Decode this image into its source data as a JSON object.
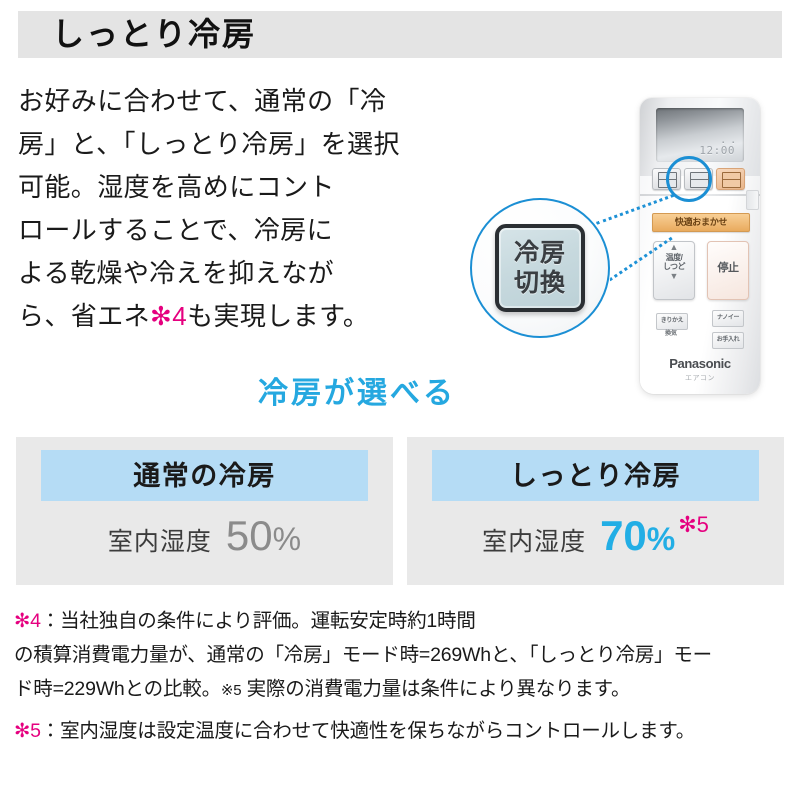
{
  "header": {
    "title": "しっとり冷房"
  },
  "lead": {
    "line1": "お好みに合わせて、通常の「冷",
    "line2": "房」と、「しっとり冷房」を選択",
    "line3": "可能。湿度を高めにコント",
    "line4": "ロールすることで、冷房に",
    "line5": "よる乾燥や冷えを抑えなが",
    "line6_pre": "ら、省エネ",
    "line6_mark": "✻4",
    "line6_post": "も実現します。"
  },
  "caption": {
    "text": "冷房が選べる"
  },
  "magnifier": {
    "key_line1": "冷房",
    "key_line2": "切換"
  },
  "remote": {
    "lcd_line1": "᎐ ᎐",
    "lcd_line2": "12:00",
    "button_auto": "快適おまかせ",
    "button_temp_up": "▲",
    "button_temp_label1": "温度/",
    "button_temp_label2": "しつど",
    "button_temp_down": "▼",
    "button_stop": "停止",
    "button_small1": "きりかえ",
    "button_small1_sub": "換気",
    "button_small2": "ナノイー",
    "button_small3": "お手入れ",
    "brand": "Panasonic",
    "brand_sub": "エアコン"
  },
  "comparison": {
    "panels": [
      {
        "title": "通常の冷房",
        "metric_label": "室内湿度",
        "value": "50",
        "unit": "%",
        "note": "",
        "value_style": "gray"
      },
      {
        "title": "しっとり冷房",
        "metric_label": "室内湿度",
        "value": "70",
        "unit": "%",
        "note": "✻5",
        "value_style": "cyan"
      }
    ]
  },
  "footnotes": {
    "note4_mark": "✻4",
    "note4_l1": "：当社独自の条件により評価。運転安定時約1時間",
    "note4_l2": "の積算消費電力量が、通常の「冷房」モード時=269Whと、「しっとり冷房」モー",
    "note4_l3": "ド時=229Whとの比較。",
    "note4_inline": "※5",
    "note4_l4": " 実際の消費電力量は条件により異なります。",
    "note5_mark": "✻5",
    "note5_text": "：室内湿度は設定温度に合わせて快適性を保ちながらコントロールします。"
  },
  "colors": {
    "accent_cyan": "#22aee5",
    "accent_magenta": "#e5007f",
    "panel_header_blue": "#b5dcf5",
    "panel_bg": "#e9e9e9",
    "header_band": "#e4e4e4",
    "ring_blue": "#1b8fd4"
  }
}
